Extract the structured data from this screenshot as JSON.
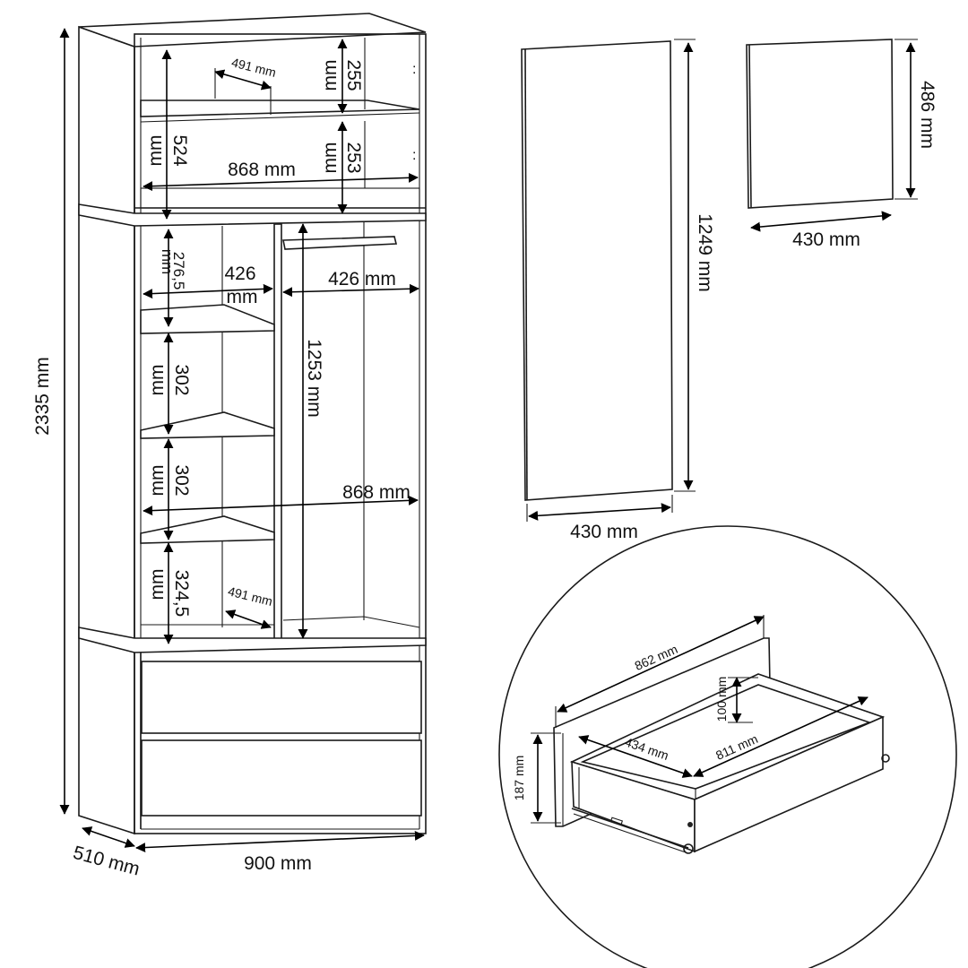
{
  "wardrobe": {
    "height": "2335 mm",
    "width": "900 mm",
    "depth": "510 mm",
    "top_shelf_depth": "491 mm",
    "top_upper_height": "255",
    "top_upper_height_unit": "mm",
    "top_section_height": "524",
    "top_section_height_unit": "mm",
    "top_lower_height": "253",
    "top_lower_height_unit": "mm",
    "top_inner_width": "868 mm",
    "left_shelf_1_height": "276,5",
    "left_shelf_1_unit": "mm",
    "left_width_number": "426",
    "left_width_unit": "mm",
    "right_width": "426 mm",
    "hanging_height": "1253 mm",
    "left_shelf_2_height": "302",
    "left_shelf_2_unit": "mm",
    "left_shelf_3_height": "302",
    "left_shelf_3_unit": "mm",
    "middle_inner_width": "868 mm",
    "left_shelf_4_height": "324,5",
    "left_shelf_4_unit": "mm",
    "left_shelf_depth": "491 mm"
  },
  "door_large": {
    "height": "1249 mm",
    "width": "430 mm"
  },
  "door_small": {
    "height": "486 mm",
    "width": "430 mm"
  },
  "drawer": {
    "front_width": "862 mm",
    "inner_height": "100 mm",
    "front_height": "187 mm",
    "inner_depth": "434 mm",
    "inner_width": "811 mm"
  }
}
